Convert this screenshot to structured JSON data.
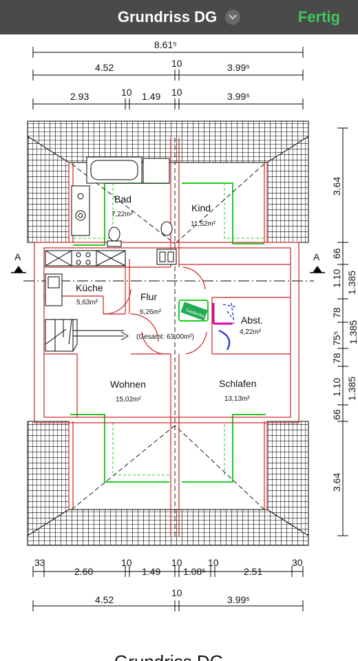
{
  "header": {
    "title": "Grundriss DG",
    "done_label": "Fertig"
  },
  "plan": {
    "caption": "Grundriss DG",
    "rooms": [
      {
        "name": "Bad",
        "area": "7,22m²"
      },
      {
        "name": "Kind",
        "area": "11,52m²"
      },
      {
        "name": "Küche",
        "area": "5,63m²"
      },
      {
        "name": "Flur",
        "area": "6,26m²"
      },
      {
        "name": "Abst.",
        "area": "4,22m²"
      },
      {
        "name": "Wohnen",
        "area": "15,02m²"
      },
      {
        "name": "Schlafen",
        "area": "13,13m²"
      }
    ],
    "total": "(Gesamt: 63,00m²)",
    "wardrobe_label": "Garderobe",
    "section_marks": [
      "A",
      "A"
    ],
    "dims_top": {
      "row1": [
        "8.61⁵"
      ],
      "row2": [
        "4.52",
        "10",
        "3.99⁵"
      ],
      "row3": [
        "2.93",
        "10",
        "1.49",
        "10",
        "3.99⁵"
      ]
    },
    "dims_bottom": {
      "row1": [
        "33",
        "2.60",
        "10",
        "1.49",
        "10",
        "1.08⁵",
        "10",
        "2.51",
        "30"
      ],
      "row2": [
        "10",
        "4.52",
        "3.99⁵"
      ]
    },
    "dims_right": [
      "3.64",
      "66",
      "1.10",
      "78",
      "75⁵",
      "78",
      "1.10",
      "66",
      "3.64"
    ],
    "dims_right_outer": [
      "1.385",
      "1.385",
      "1.385"
    ]
  }
}
